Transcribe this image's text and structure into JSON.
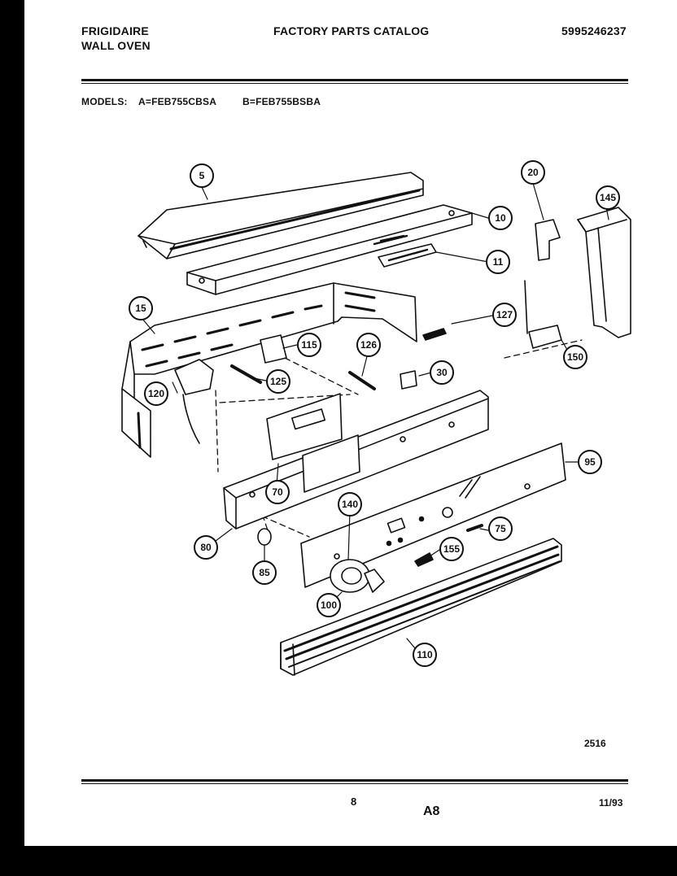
{
  "header": {
    "brand": "FRIGIDAIRE",
    "product": "WALL OVEN",
    "catalog_title": "FACTORY PARTS CATALOG",
    "catalog_number": "5995246237",
    "models_label": "MODELS:",
    "model_a": "A=FEB755CBSA",
    "model_b": "B=FEB755BSBA"
  },
  "diagram": {
    "callouts": [
      "5",
      "10",
      "11",
      "15",
      "20",
      "30",
      "70",
      "75",
      "80",
      "85",
      "95",
      "100",
      "110",
      "115",
      "120",
      "125",
      "126",
      "127",
      "140",
      "145",
      "150",
      "155"
    ],
    "drawing_number": "2516"
  },
  "footer": {
    "page_number": "8",
    "section_code": "A8",
    "date": "11/93"
  }
}
